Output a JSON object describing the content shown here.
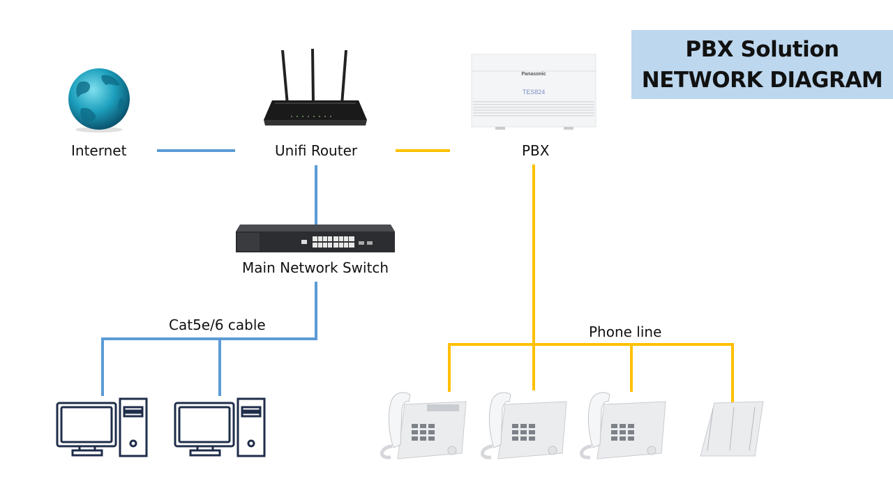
{
  "title": {
    "line1": "PBX Solution",
    "line2": "NETWORK DIAGRAM"
  },
  "colors": {
    "ethernet": "#5b9bd5",
    "phone": "#ffc000",
    "title_bg": "#bdd7ee",
    "computer_icon": "#1f2d4a"
  },
  "nodes": {
    "internet": {
      "label": "Internet",
      "icon": "globe-icon"
    },
    "router": {
      "label": "Unifi Router",
      "icon": "router-icon"
    },
    "pbx": {
      "label": "PBX",
      "icon": "pbx-unit-icon",
      "brand": "Panasonic",
      "model": "TES824"
    },
    "switch": {
      "label": "Main Network Switch",
      "icon": "network-switch-icon"
    },
    "computers": [
      {
        "icon": "desktop-computer-icon"
      },
      {
        "icon": "desktop-computer-icon"
      }
    ],
    "phones": [
      {
        "icon": "desk-phone-icon"
      },
      {
        "icon": "desk-phone-icon"
      },
      {
        "icon": "desk-phone-icon"
      },
      {
        "icon": "dss-console-icon"
      }
    ]
  },
  "connections": {
    "ethernet_label": "Cat5e/6 cable",
    "phone_label": "Phone line"
  }
}
